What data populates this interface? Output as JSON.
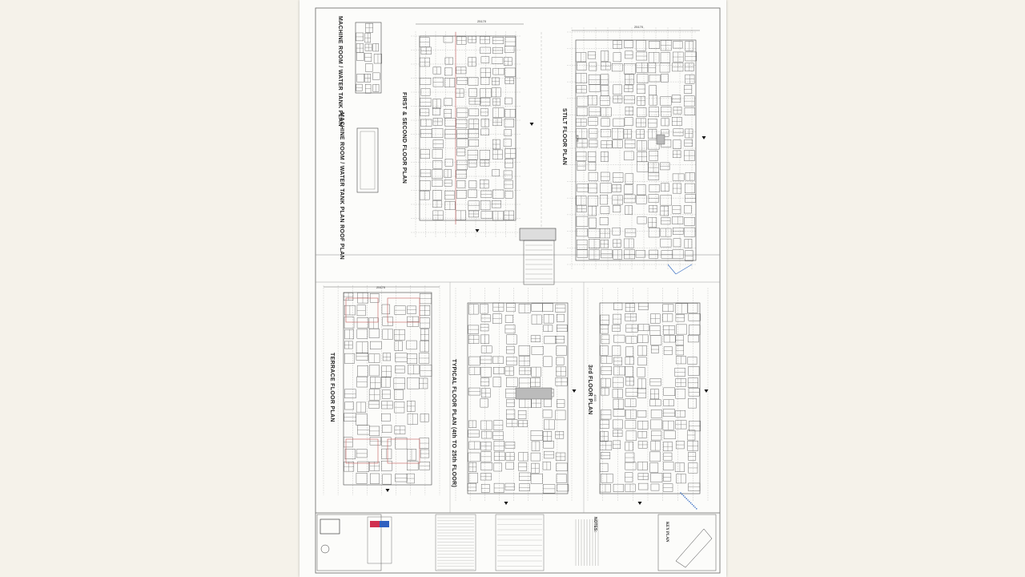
{
  "sheet": {
    "plans": {
      "machine_room": "MACHINE ROOM / WATER TANK PLAN",
      "machine_room_roof": "MACHINE ROOM / WATER TANK PLAN ROOF PLAN",
      "first_second": "FIRST & SECOND FLOOR PLAN",
      "stilt": "STILT FLOOR PLAN",
      "terrace": "TERRACE FLOOR PLAN",
      "typical": "TYPICAL FLOOR PLAN (4th TO 25th FLOOR)",
      "third": "3rd FLOOR PLAN"
    },
    "dimensions": {
      "first_width": "25170",
      "stilt_width": "25170",
      "terrace_width": "25170",
      "stilt_inner": "4000",
      "third_inner": "4000"
    },
    "titleblock": {
      "notes_heading": "NOTES:",
      "key_plan": "KEY PLAN"
    },
    "colors": {
      "ink": "#4a4a4a",
      "sheet": "#fcfcfa",
      "background": "#f5f2ea",
      "accent_red": "#c45a5a",
      "accent_blue": "#3a6fc4"
    }
  }
}
